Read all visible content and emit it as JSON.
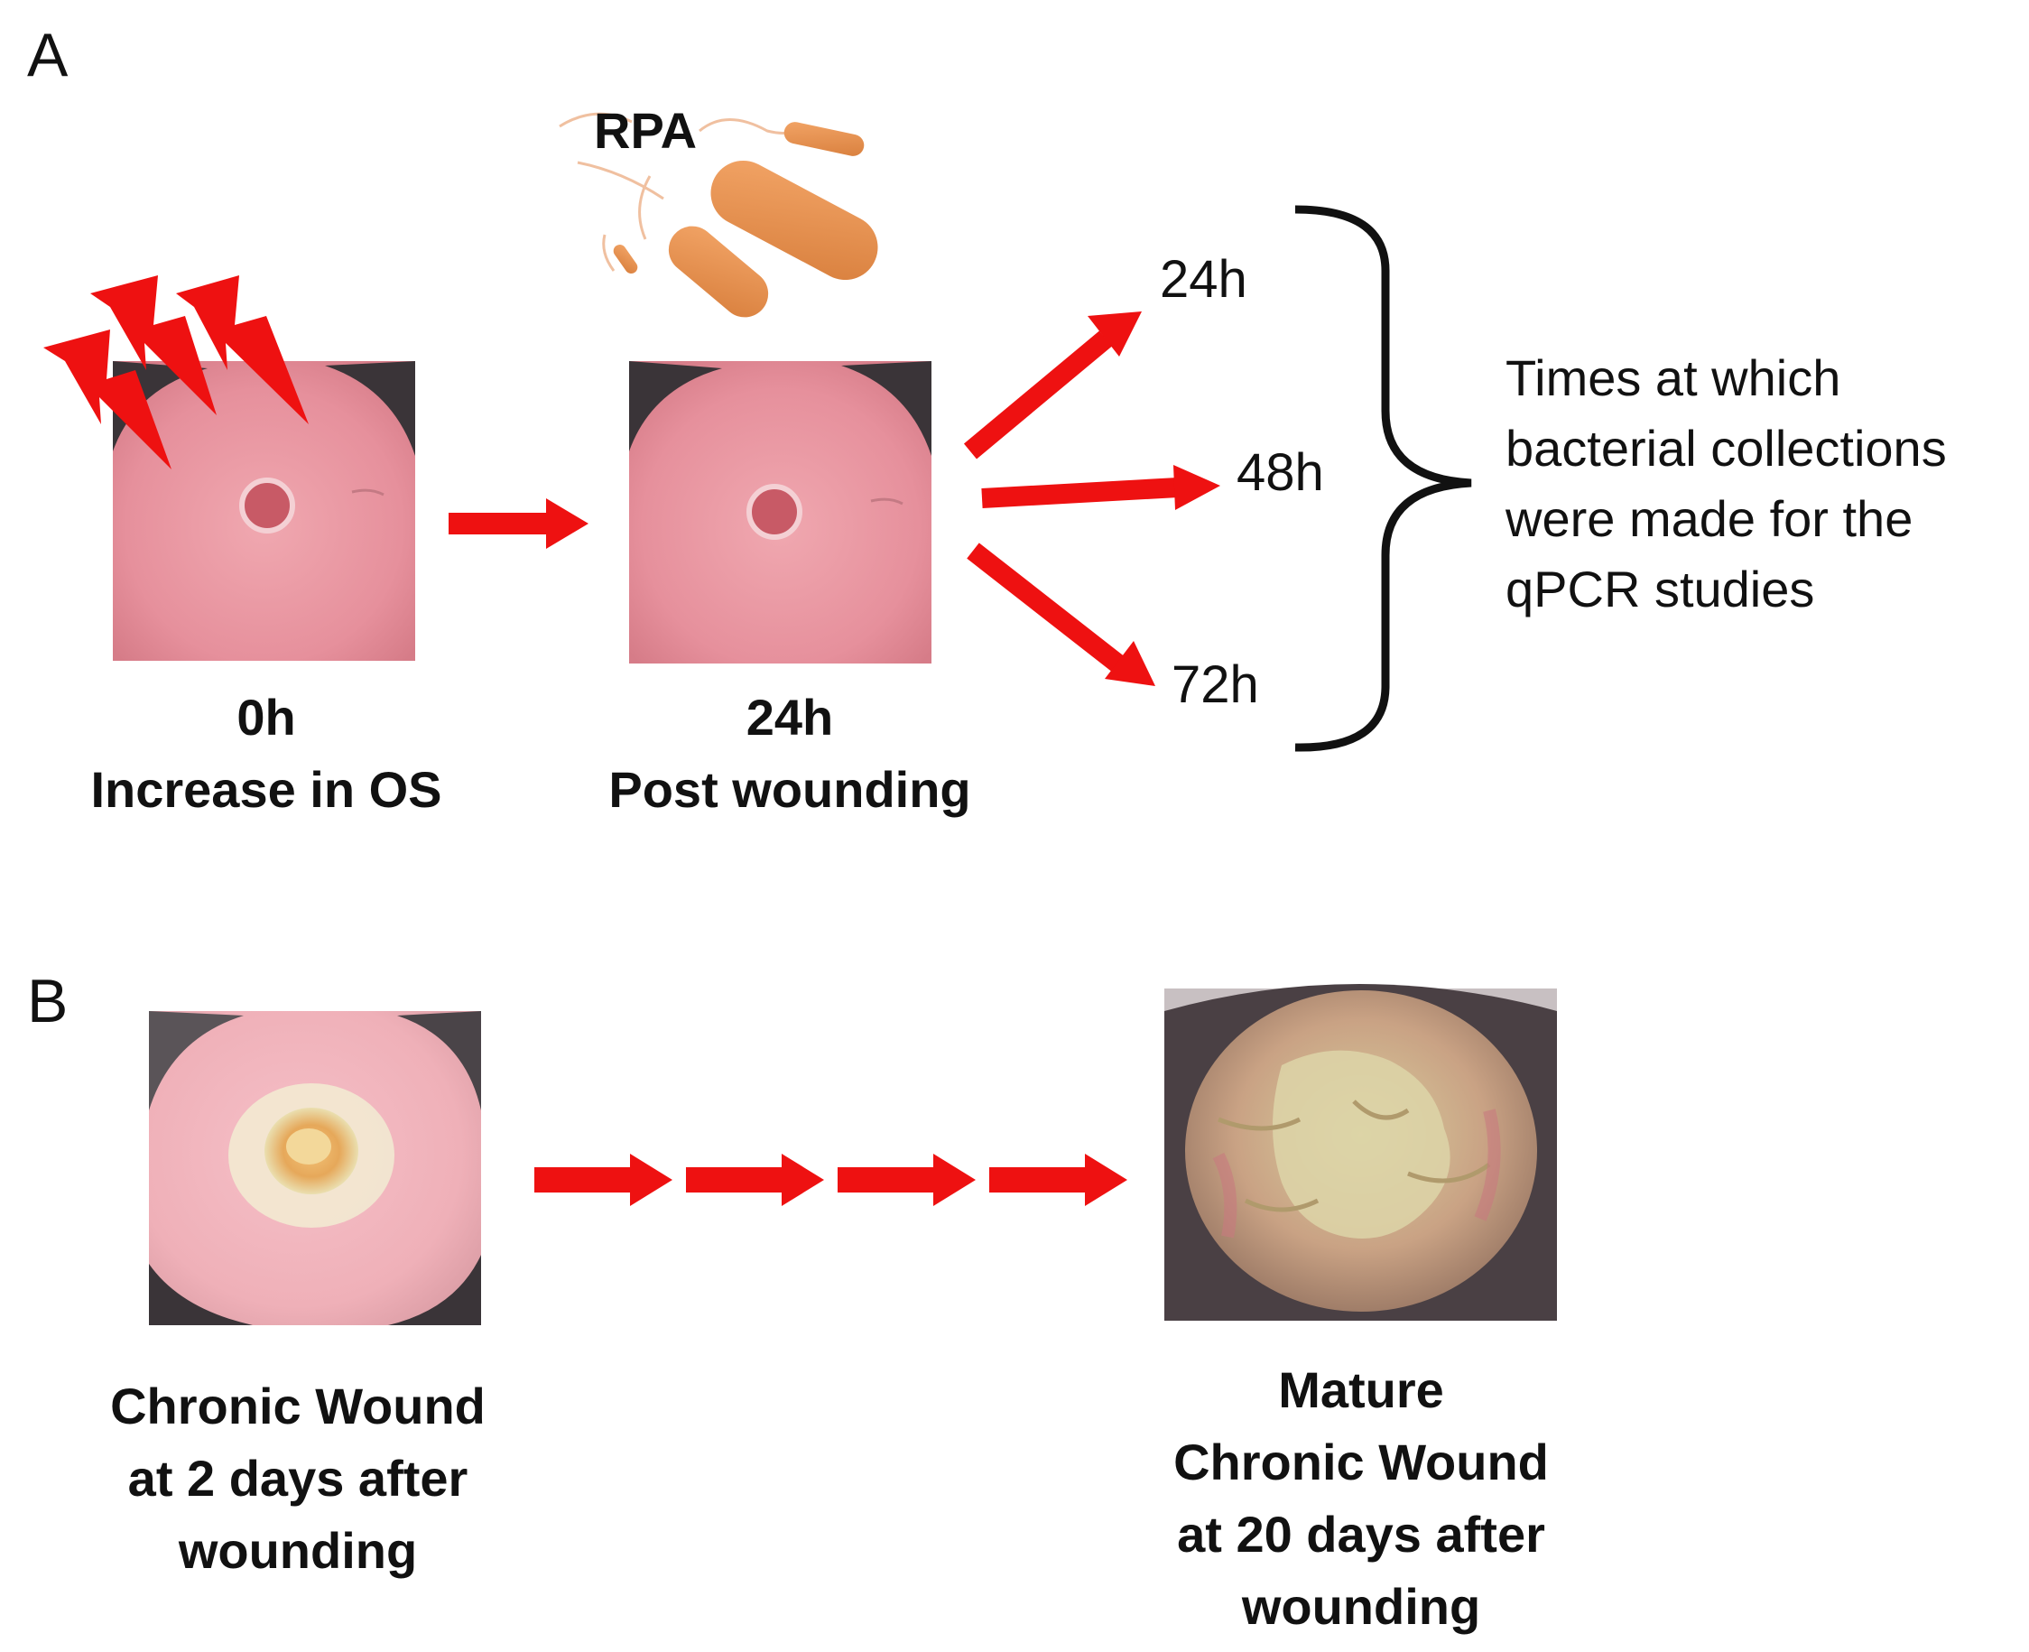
{
  "panel_a": {
    "letter": "A",
    "bacteria_label": "RPA",
    "step1": {
      "time": "0h",
      "desc": "Increase in OS"
    },
    "step2": {
      "time": "24h",
      "desc": "Post wounding"
    },
    "collection_times": [
      "24h",
      "48h",
      "72h"
    ],
    "collection_note": [
      "Times at which",
      "bacterial collections",
      "were made for the",
      "qPCR studies"
    ]
  },
  "panel_b": {
    "letter": "B",
    "early": {
      "lines": [
        "Chronic Wound",
        "at 2 days after",
        "wounding"
      ]
    },
    "mature": {
      "lines": [
        "Mature",
        "Chronic Wound",
        "at 20 days after",
        "wounding"
      ]
    }
  },
  "colors": {
    "arrow": "#ee1111",
    "skin": "#e8909a",
    "bacteria": "#e0904a",
    "bolt": "#ee1111",
    "text": "#111111"
  }
}
